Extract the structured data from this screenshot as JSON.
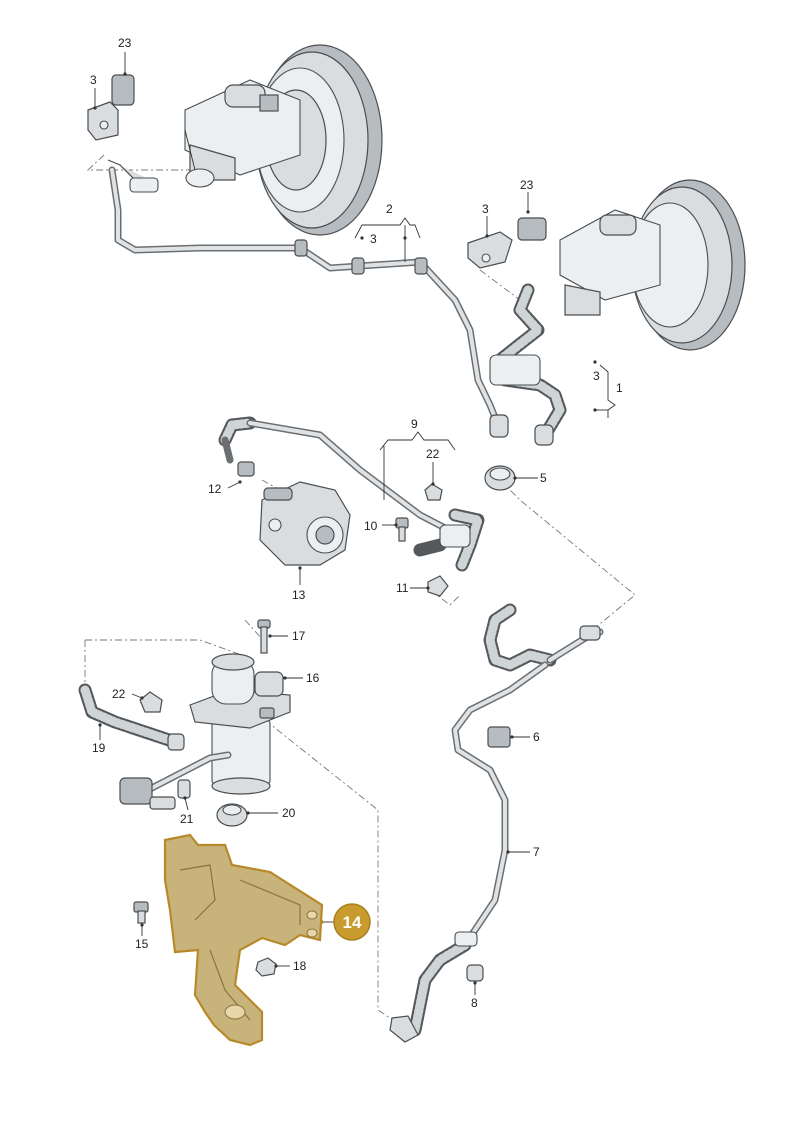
{
  "labels": [
    {
      "id": "23a",
      "text": "23"
    },
    {
      "id": "3a",
      "text": "3"
    },
    {
      "id": "2",
      "text": "2"
    },
    {
      "id": "3b",
      "text": "3"
    },
    {
      "id": "23b",
      "text": "23"
    },
    {
      "id": "3c",
      "text": "3"
    },
    {
      "id": "3d",
      "text": "3"
    },
    {
      "id": "1",
      "text": "1"
    },
    {
      "id": "9",
      "text": "9"
    },
    {
      "id": "22a",
      "text": "22"
    },
    {
      "id": "12",
      "text": "12"
    },
    {
      "id": "5",
      "text": "5"
    },
    {
      "id": "10",
      "text": "10"
    },
    {
      "id": "13",
      "text": "13"
    },
    {
      "id": "11",
      "text": "11"
    },
    {
      "id": "17",
      "text": "17"
    },
    {
      "id": "16",
      "text": "16"
    },
    {
      "id": "22b",
      "text": "22"
    },
    {
      "id": "19",
      "text": "19"
    },
    {
      "id": "6",
      "text": "6"
    },
    {
      "id": "21",
      "text": "21"
    },
    {
      "id": "20",
      "text": "20"
    },
    {
      "id": "7",
      "text": "7"
    },
    {
      "id": "15",
      "text": "15"
    },
    {
      "id": "18",
      "text": "18"
    },
    {
      "id": "8",
      "text": "8"
    }
  ],
  "callout": {
    "text": "14",
    "color": "#c99a2e"
  },
  "colors": {
    "highlight_fill": "#c8b37a",
    "highlight_stroke": "#b8892a",
    "line": "#333333"
  }
}
